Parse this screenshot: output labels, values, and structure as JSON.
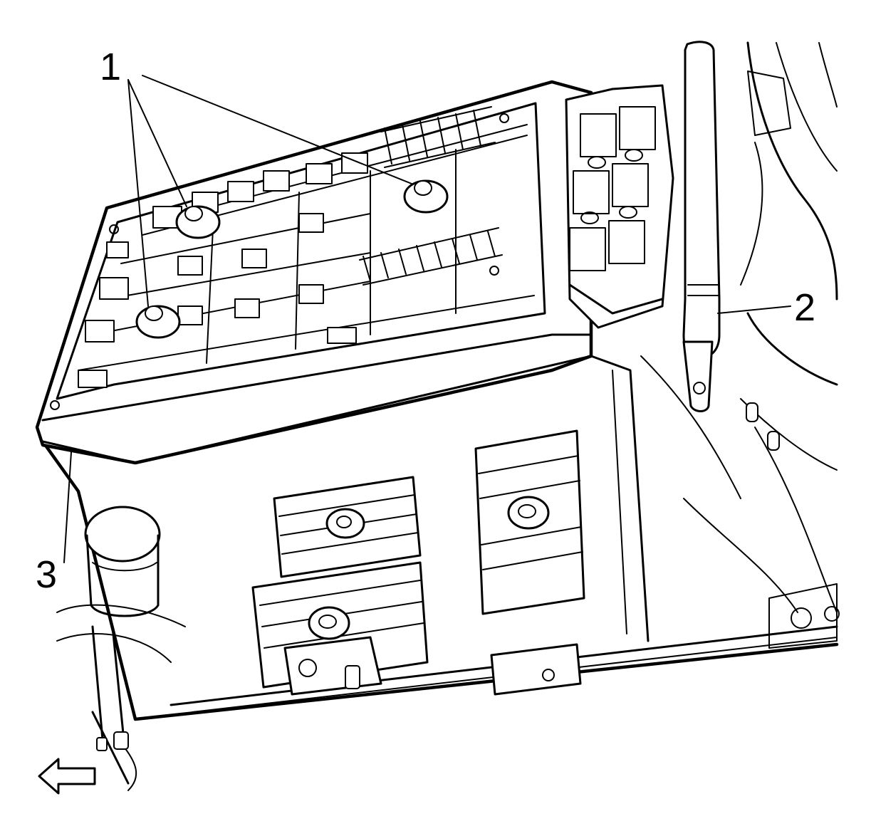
{
  "callouts": {
    "c1": "1",
    "c2": "2",
    "c3": "3"
  },
  "icons": {
    "direction": "arrow-left-icon"
  },
  "colors": {
    "line": "#000000",
    "background": "#ffffff"
  }
}
